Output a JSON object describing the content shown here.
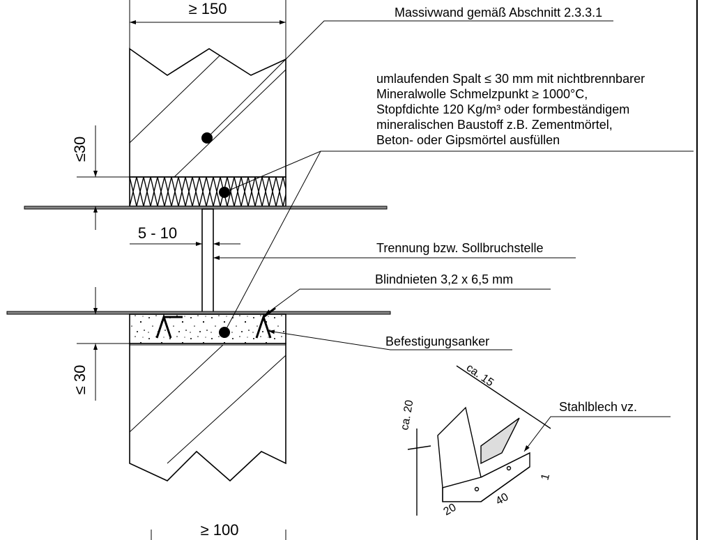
{
  "dimensions": {
    "top_width": "≥ 150",
    "bottom_width": "≥ 100",
    "gap_top": "≤30",
    "gap_bottom": "≤ 30",
    "pipe_gap": "5 - 10",
    "anchor_len": "ca. 15",
    "anchor_height": "ca. 20",
    "anchor_base_a": "20",
    "anchor_base_b": "40",
    "sheet_thickness": "1"
  },
  "labels": {
    "massivwand": "Massivwand gemäß Abschnitt 2.3.3.1",
    "spalt_lines": [
      "umlaufenden Spalt ≤ 30 mm mit nichtbrennbarer",
      "Mineralwolle Schmelzpunkt ≥ 1000°C,",
      "Stopfdichte 120 Kg/m³ oder formbeständigem",
      "mineralischen Baustoff z.B. Zementmörtel,",
      "Beton- oder Gipsmörtel ausfüllen"
    ],
    "trennung": "Trennung bzw. Sollbruchstelle",
    "blindnieten": "Blindnieten 3,2 x 6,5 mm",
    "befestigung": "Befestigungsanker",
    "stahlblech": "Stahlblech vz."
  }
}
